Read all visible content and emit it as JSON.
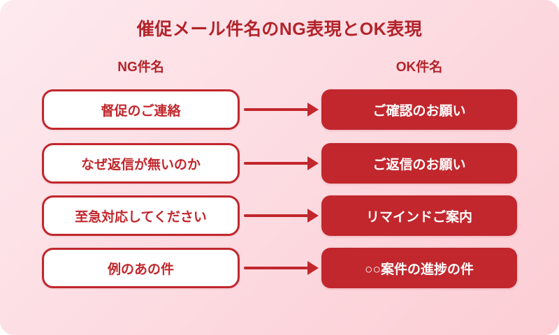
{
  "title": "催促メール件名のNG表現とOK表現",
  "columns": {
    "ng_header": "NG件名",
    "ok_header": "OK件名"
  },
  "rows": [
    {
      "ng": "督促のご連絡",
      "ok": "ご確認のお願い"
    },
    {
      "ng": "なぜ返信が無いのか",
      "ok": "ご返信のお願い"
    },
    {
      "ng": "至急対応してください",
      "ok": "リマインドご案内"
    },
    {
      "ng": "例のあの件",
      "ok": "○○案件の進捗の件"
    }
  ],
  "colors": {
    "accent_red": "#c1272d",
    "title_red": "#b2232a",
    "bg_start": "#fdeaef",
    "bg_end": "#fccdd4",
    "ng_box_bg": "#ffffff",
    "ok_text": "#ffffff"
  }
}
